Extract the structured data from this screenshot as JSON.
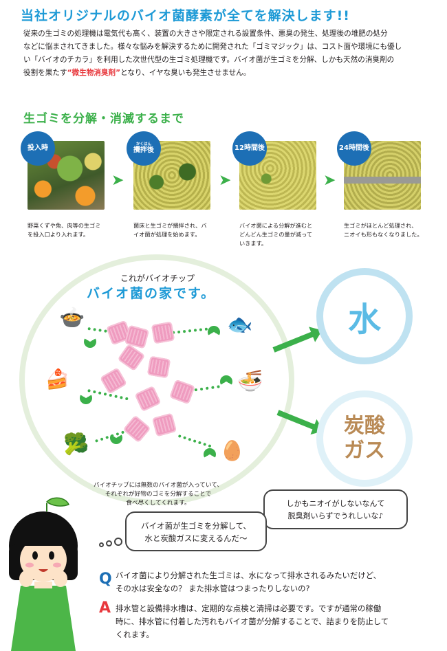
{
  "headline": "当社オリジナルのバイオ菌酵素が全てを解決します!!",
  "intro": {
    "line1": "従来の生ゴミの処理機は電気代も高く、装置の大きさや限定される設置条件、悪臭の発生、処理後の堆肥の処分",
    "line2": "などに悩まされてきました。様々な悩みを解決するために開発された「ゴミマジック」は、コスト面や環境にも優し",
    "line3": "い「バイオのチカラ」を利用した次世代型の生ゴミ処理機です。バイオ菌が生ゴミを分解、しかも天然の消臭剤の",
    "line4_pre": "役割を果たす",
    "line4_red": "“微生物消臭剤”",
    "line4_post": "となり、イヤな臭いも発生させません。"
  },
  "process": {
    "title": "生ゴミを分解・消滅するまで",
    "stages": [
      {
        "badge": "投入時",
        "ruby": "",
        "desc1": "野菜くずや魚、肉等の生ゴミ",
        "desc2": "を投入口より入れます。",
        "desc3": ""
      },
      {
        "badge": "攪拌後",
        "ruby": "かくはん",
        "desc1": "菌床と生ゴミが攪拌され、バ",
        "desc2": "イオ菌が処理を始めます。",
        "desc3": ""
      },
      {
        "badge": "12時間後",
        "ruby": "",
        "desc1": "バイオ菌による分解が進むと",
        "desc2": "どんどん生ゴミの量が減って",
        "desc3": "いきます。"
      },
      {
        "badge": "24時間後",
        "ruby": "",
        "desc1": "生ゴミがほとんど処理され、",
        "desc2": "ニオイも形もなくなりました。",
        "desc3": ""
      }
    ]
  },
  "biochip": {
    "subtitle": "これがバイオチップ",
    "title": "バイオ菌の家です。",
    "note1": "バイオチップには無数のバイオ菌が入っていて、",
    "note2": "それぞれが好物のゴミを分解することで",
    "note3": "食べ尽くしてくれます。",
    "food_icons": [
      "rice-bread-icon",
      "fish-icon",
      "cake-grapes-icon",
      "noodles-icon",
      "vegetables-icon",
      "egg-icon"
    ]
  },
  "outputs": {
    "water": "水",
    "co2_line1": "炭酸",
    "co2_line2": "ガス"
  },
  "bubbles": {
    "right_line1": "しかもニオイがしないなんて",
    "right_line2": "脱臭剤いらずでうれしいな♪",
    "left_line1": "バイオ菌が生ゴミを分解して、",
    "left_line2": "水と炭酸ガスに変えるんだ〜"
  },
  "qa": {
    "q_letter": "Q",
    "q_line1": "バイオ菌により分解された生ゴミは、水になって排水されるみたいだけど、",
    "q_line2": "その水は安全なの？ また排水管はつまったりしないの?",
    "a_letter": "A",
    "a_line1": "排水管と設備排水槽は、定期的な点検と清掃は必要です。ですが通常の稼働",
    "a_line2": "時に、排水管に付着した汚れもバイオ菌が分解することで、詰まりを防止して",
    "a_line3": "くれます。"
  },
  "colors": {
    "headline_blue": "#1e9ad6",
    "green": "#3bb04a",
    "badge_blue": "#1d6fb5",
    "chip_pink": "#ef9bbf",
    "accent_red": "#e8383d"
  }
}
